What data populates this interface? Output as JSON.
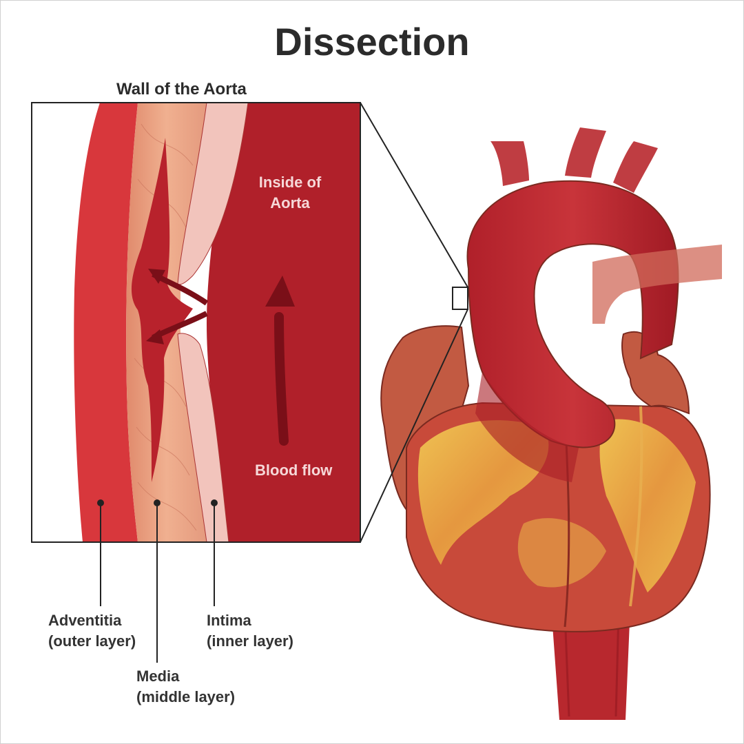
{
  "title": "Dissection",
  "inset_title": "Wall of the Aorta",
  "labels": {
    "inside_line1": "Inside of",
    "inside_line2": "Aorta",
    "blood_flow": "Blood flow",
    "adventitia_line1": "Adventitia",
    "adventitia_line2": "(outer layer)",
    "media_line1": "Media",
    "media_line2": "(middle layer)",
    "intima_line1": "Intima",
    "intima_line2": "(inner layer)"
  },
  "colors": {
    "title_text": "#2b2b2b",
    "blood": "#b0202a",
    "blood_dark": "#7a0f18",
    "adventitia": "#d8373c",
    "media": "#e89a7a",
    "intima": "#f2c4bc",
    "heart_muscle": "#c84a3a",
    "heart_fat": "#f0c040"
  }
}
